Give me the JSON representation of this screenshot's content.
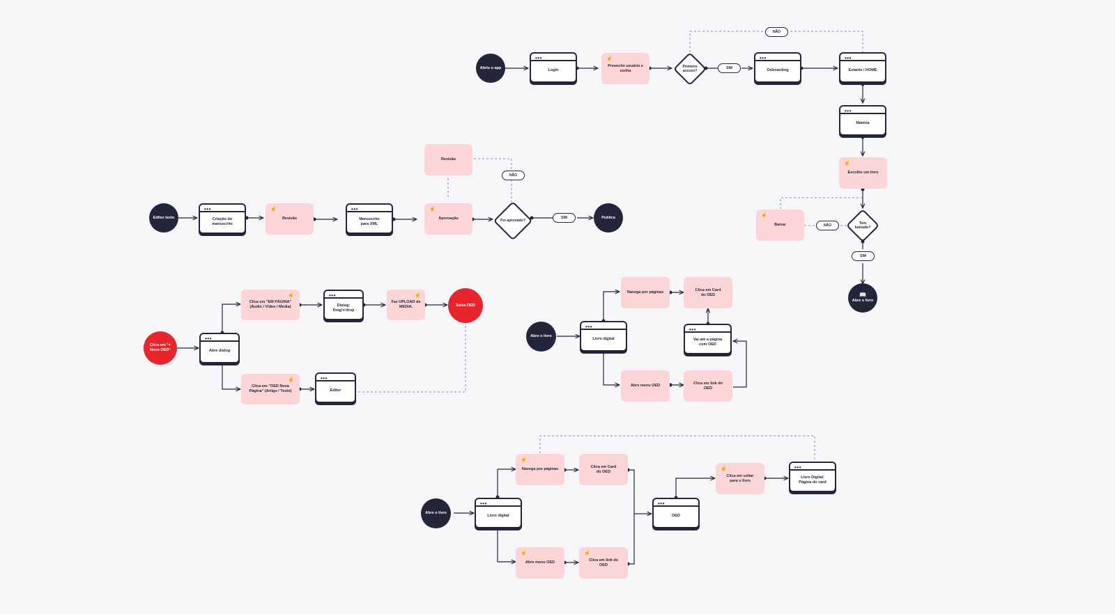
{
  "flow_login": {
    "abrir_app": "Abriu o app",
    "login": "Login",
    "preenche": "Preenche usuário e senha",
    "primeiro_acesso": "Primeiro acesso?",
    "sim": "SIM",
    "nao": "NÃO",
    "onboarding": "Onboarding",
    "estante_home": "Estante / HOME",
    "materia": "Matéria",
    "escolhe_livro": "Escolhe um livro",
    "baixar": "Baixar",
    "nao2": "NÃO",
    "tem_baixado": "Tem baixado?",
    "sim2": "SIM",
    "abre_livro": "Abre o livro"
  },
  "flow_publish": {
    "editor_texto": "Editor texto",
    "criacao_manuscrito": "Criação do manuscrito",
    "revisao": "Revisão",
    "manuscrito_xml": "Manuscrito para XML",
    "revisao_top": "Revisão",
    "aprovacao": "Aprovação",
    "foi_aprovado": "Foi aprovado?",
    "nao": "NÃO",
    "sim": "SIM",
    "publica": "Publica"
  },
  "flow_oed_create": {
    "clica_novo_oed": "Clica em \"+ Novo OED\"",
    "abre_dialog": "Abre dialog",
    "clica_em_pagina": "Clica em \"EM PÁGINA\" (Áudio / Vídeo / Media)",
    "dialog_drag": "Dialog: Drag'n'drop",
    "faz_upload": "Faz UPLOAD de MEDIA.",
    "salva_oed": "Salva OED",
    "clica_oed_nova_pagina": "Clica em \"OED Nova Página\" (Artigo / Texto)",
    "editor": "Editor"
  },
  "flow_livro_a": {
    "abre_livro": "Abre o livro",
    "livro_digital": "Livro digital",
    "navega_paginas": "Navega por páginas",
    "clica_card": "Clica em Card do OED",
    "vai_pagina": "Vai até a página com OED",
    "abre_menu": "Abre menu OED",
    "clica_link": "Clica em link do OED"
  },
  "flow_livro_b": {
    "abre_livro": "Abre o livro",
    "livro_digital": "Livro digital",
    "navega_paginas": "Navega por páginas",
    "clica_card": "Clica em Card do OED",
    "abre_menu": "Abre menu OED",
    "clica_link": "Clica em link do OED",
    "oed": "OED",
    "clica_voltar": "Clica em voltar para o livro",
    "livro_pagina_card": "Livro Digital: Página do card"
  },
  "icons": {
    "window_dots": "•••",
    "hand": "☝",
    "book": "📖"
  },
  "colors": {
    "dark": "#23253a",
    "red": "#e8242c",
    "pink": "#fcd6d6",
    "background": "#f6f6f9"
  }
}
